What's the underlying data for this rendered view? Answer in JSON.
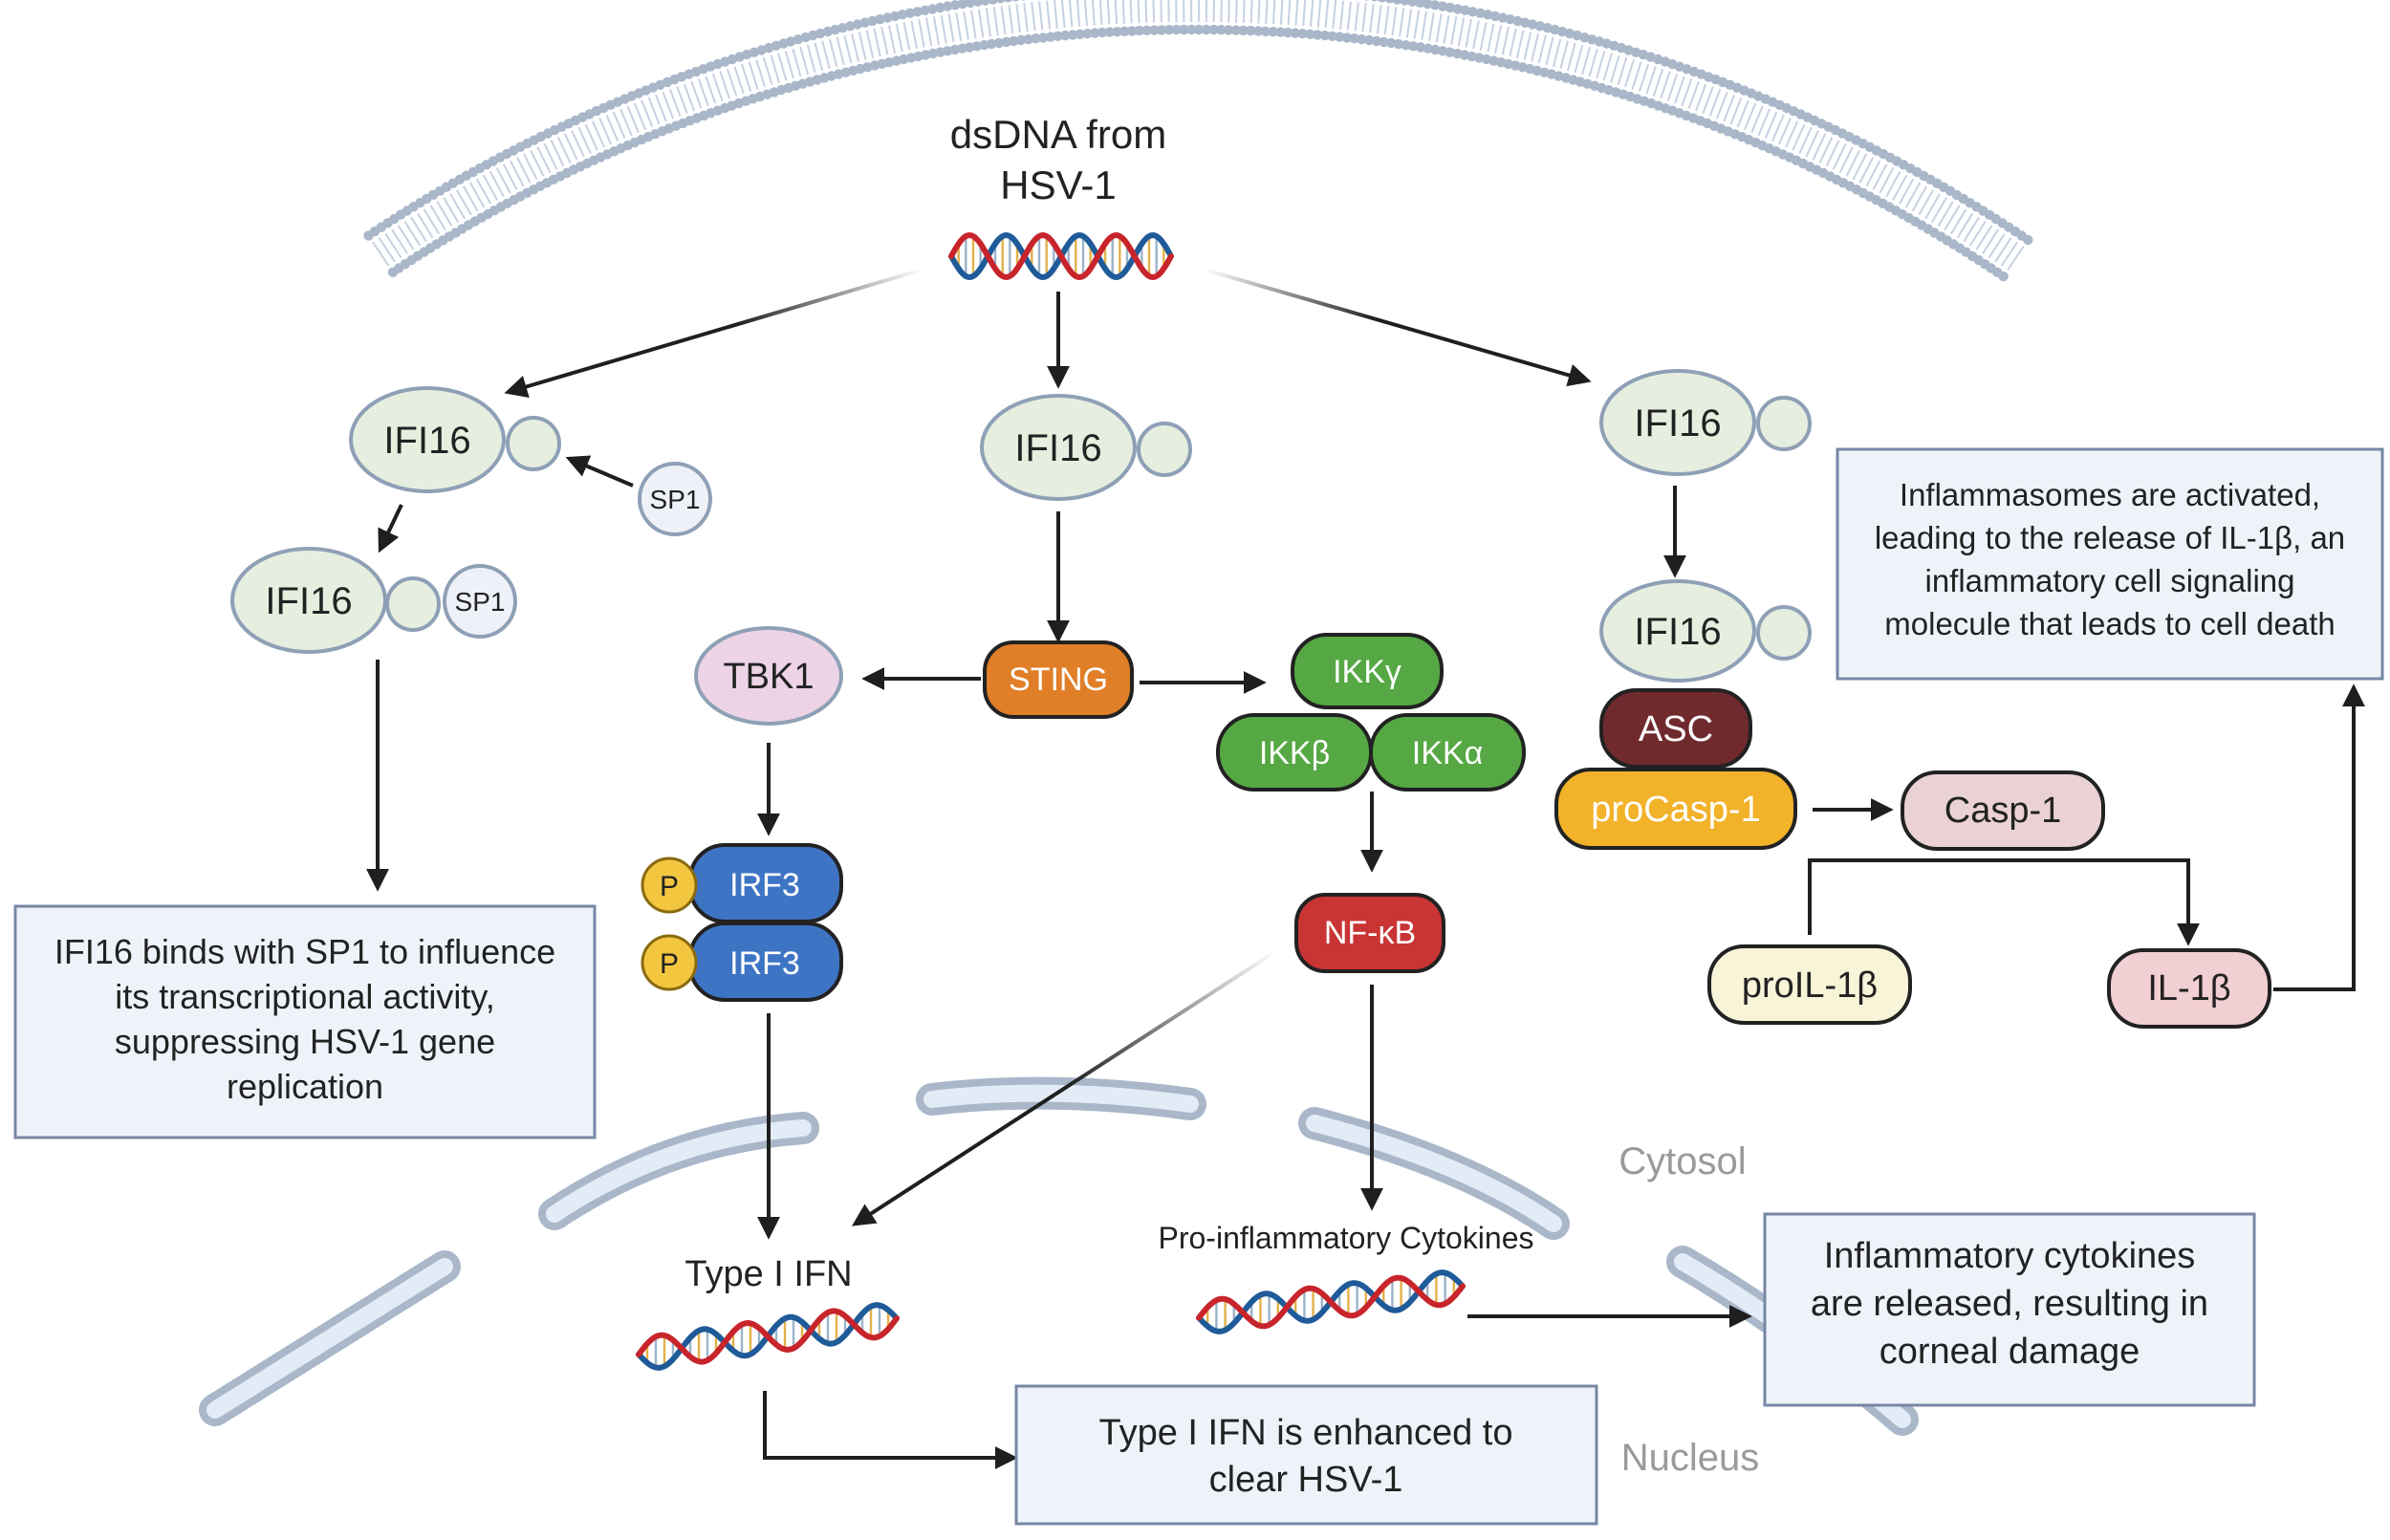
{
  "source": {
    "line1": "dsDNA from",
    "line2": "HSV-1"
  },
  "proteins": {
    "ifi16": "IFI16",
    "sp1": "SP1",
    "tbk1": "TBK1",
    "sting": "STING",
    "ikk_gamma": "IKKγ",
    "ikk_beta": "IKKβ",
    "ikk_alpha": "IKKα",
    "irf3": "IRF3",
    "phospho": "P",
    "nfkb": "NF-κB",
    "asc": "ASC",
    "procasp1": "proCasp-1",
    "casp1": "Casp-1",
    "proil1b": "proIL-1β",
    "il1b": "IL-1β"
  },
  "labels": {
    "type1_ifn": "Type I IFN",
    "pro_cytokines": "Pro-inflammatory Cytokines",
    "cytosol": "Cytosol",
    "nucleus": "Nucleus"
  },
  "boxes": {
    "sp1_box": [
      "IFI16 binds with SP1 to influence",
      "its transcriptional activity,",
      "suppressing HSV-1 gene",
      "replication"
    ],
    "inflammasome_box": [
      "Inflammasomes are activated,",
      "leading to the release of IL-1β, an",
      "inflammatory cell signaling",
      "molecule that leads to cell death"
    ],
    "ifn_box": [
      "Type I IFN is enhanced to",
      "clear HSV-1"
    ],
    "cytokine_box": [
      "Inflammatory cytokines",
      "are released, resulting in",
      "corneal damage"
    ]
  },
  "colors": {
    "ifi16_fill": "#e6eedf",
    "ifi16_stroke": "#8ea0b6",
    "sp1_fill": "#eef1f8",
    "tbk1_fill": "#ecd4e6",
    "sting_fill": "#e07f28",
    "ikk_fill": "#55a843",
    "irf3_fill": "#3e74c4",
    "phospho_fill": "#f3c640",
    "nfkb_fill": "#c93434",
    "asc_fill": "#702a2e",
    "procasp_fill": "#f2b229",
    "casp1_fill": "#ead2d4",
    "proil_fill": "#f7f4d8",
    "il1b_fill": "#f1cfd2",
    "box_fill": "#eef3fa",
    "box_stroke": "#7787a4",
    "membrane": "#a9b7c9"
  }
}
